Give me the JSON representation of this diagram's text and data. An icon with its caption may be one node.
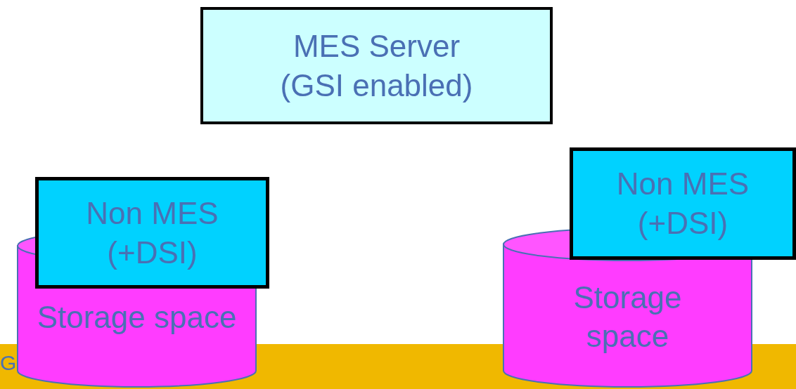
{
  "diagram": {
    "nodes": [
      {
        "text": [
          "MES Server (GSI enabled)"
        ]
      },
      {
        "text": [
          "G"
        ]
      },
      {
        "text": [
          "Storage space"
        ]
      },
      {
        "text": [
          "Non MES (+DSI)"
        ]
      },
      {
        "text": [
          "Storage space"
        ]
      },
      {
        "text": [
          "Non MES (+DSI)"
        ]
      }
    ]
  }
}
